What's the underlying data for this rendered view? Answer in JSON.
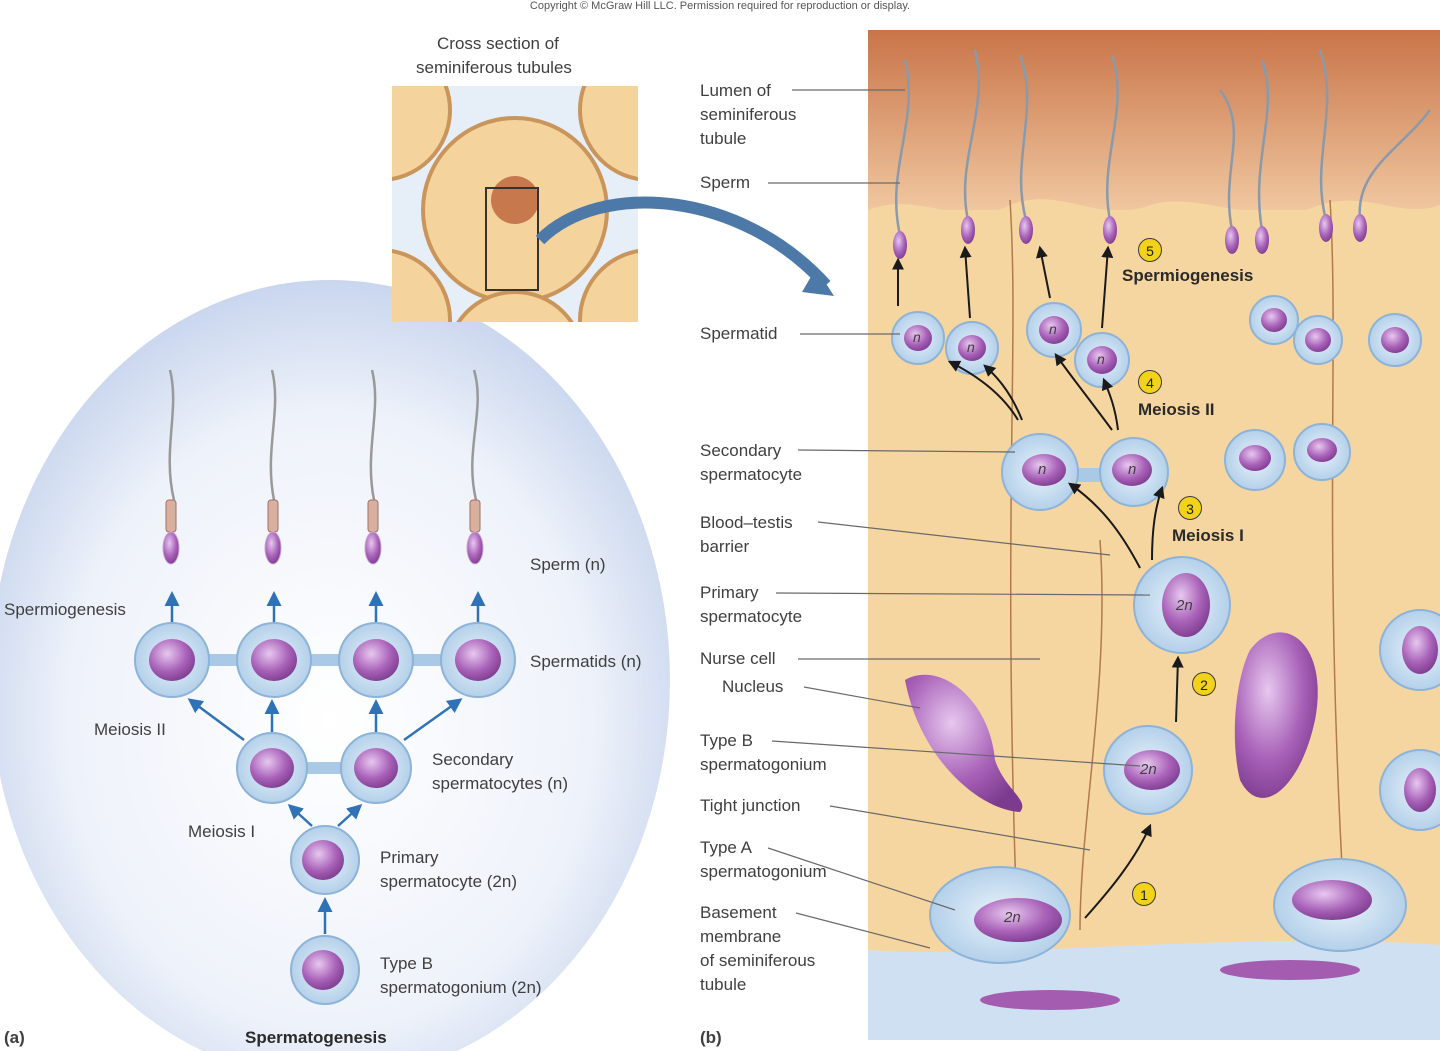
{
  "copyright": "Copyright © McGraw Hill LLC. Permission required for reproduction or display.",
  "inset": {
    "title_line1": "Cross section of",
    "title_line2": "seminiferous tubules"
  },
  "panel_a": {
    "tag": "(a)",
    "caption": "Spermatogenesis",
    "labels": {
      "spermiogenesis": "Spermiogenesis",
      "sperm": "Sperm (n)",
      "spermatids": "Spermatids (n)",
      "meiosis2": "Meiosis II",
      "secondary": "Secondary\nspermatocytes (n)",
      "meiosis1": "Meiosis I",
      "primary": "Primary\nspermatocyte (2n)",
      "typeb": "Type B\nspermatogonium (2n)"
    }
  },
  "panel_b": {
    "tag": "(b)",
    "labels": {
      "lumen": "Lumen of\nseminiferous\ntubule",
      "sperm": "Sperm",
      "spermatid": "Spermatid",
      "secondary": "Secondary\nspermatocyte",
      "blood_testis": "Blood–testis\nbarrier",
      "primary": "Primary\nspermatocyte",
      "nurse": "Nurse cell",
      "nucleus": "Nucleus",
      "typeb": "Type B\nspermatogonium",
      "tight": "Tight junction",
      "typea": "Type A\nspermatogonium",
      "basement": "Basement\nmembrane\nof seminiferous\ntubule"
    },
    "steps": [
      {
        "num": "1"
      },
      {
        "num": "2"
      },
      {
        "num": "3",
        "label": "Meiosis I"
      },
      {
        "num": "4",
        "label": "Meiosis II"
      },
      {
        "num": "5",
        "label": "Spermiogenesis"
      }
    ],
    "cell_marks": {
      "n": "n",
      "two_n": "2n"
    }
  },
  "colors": {
    "cell_membrane": "#b9d6ee",
    "nucleus": "#a45cb0",
    "tissue": "#f6d6a0",
    "lumen": "#c77a4a",
    "arrow_blue": "#2f72b6"
  }
}
